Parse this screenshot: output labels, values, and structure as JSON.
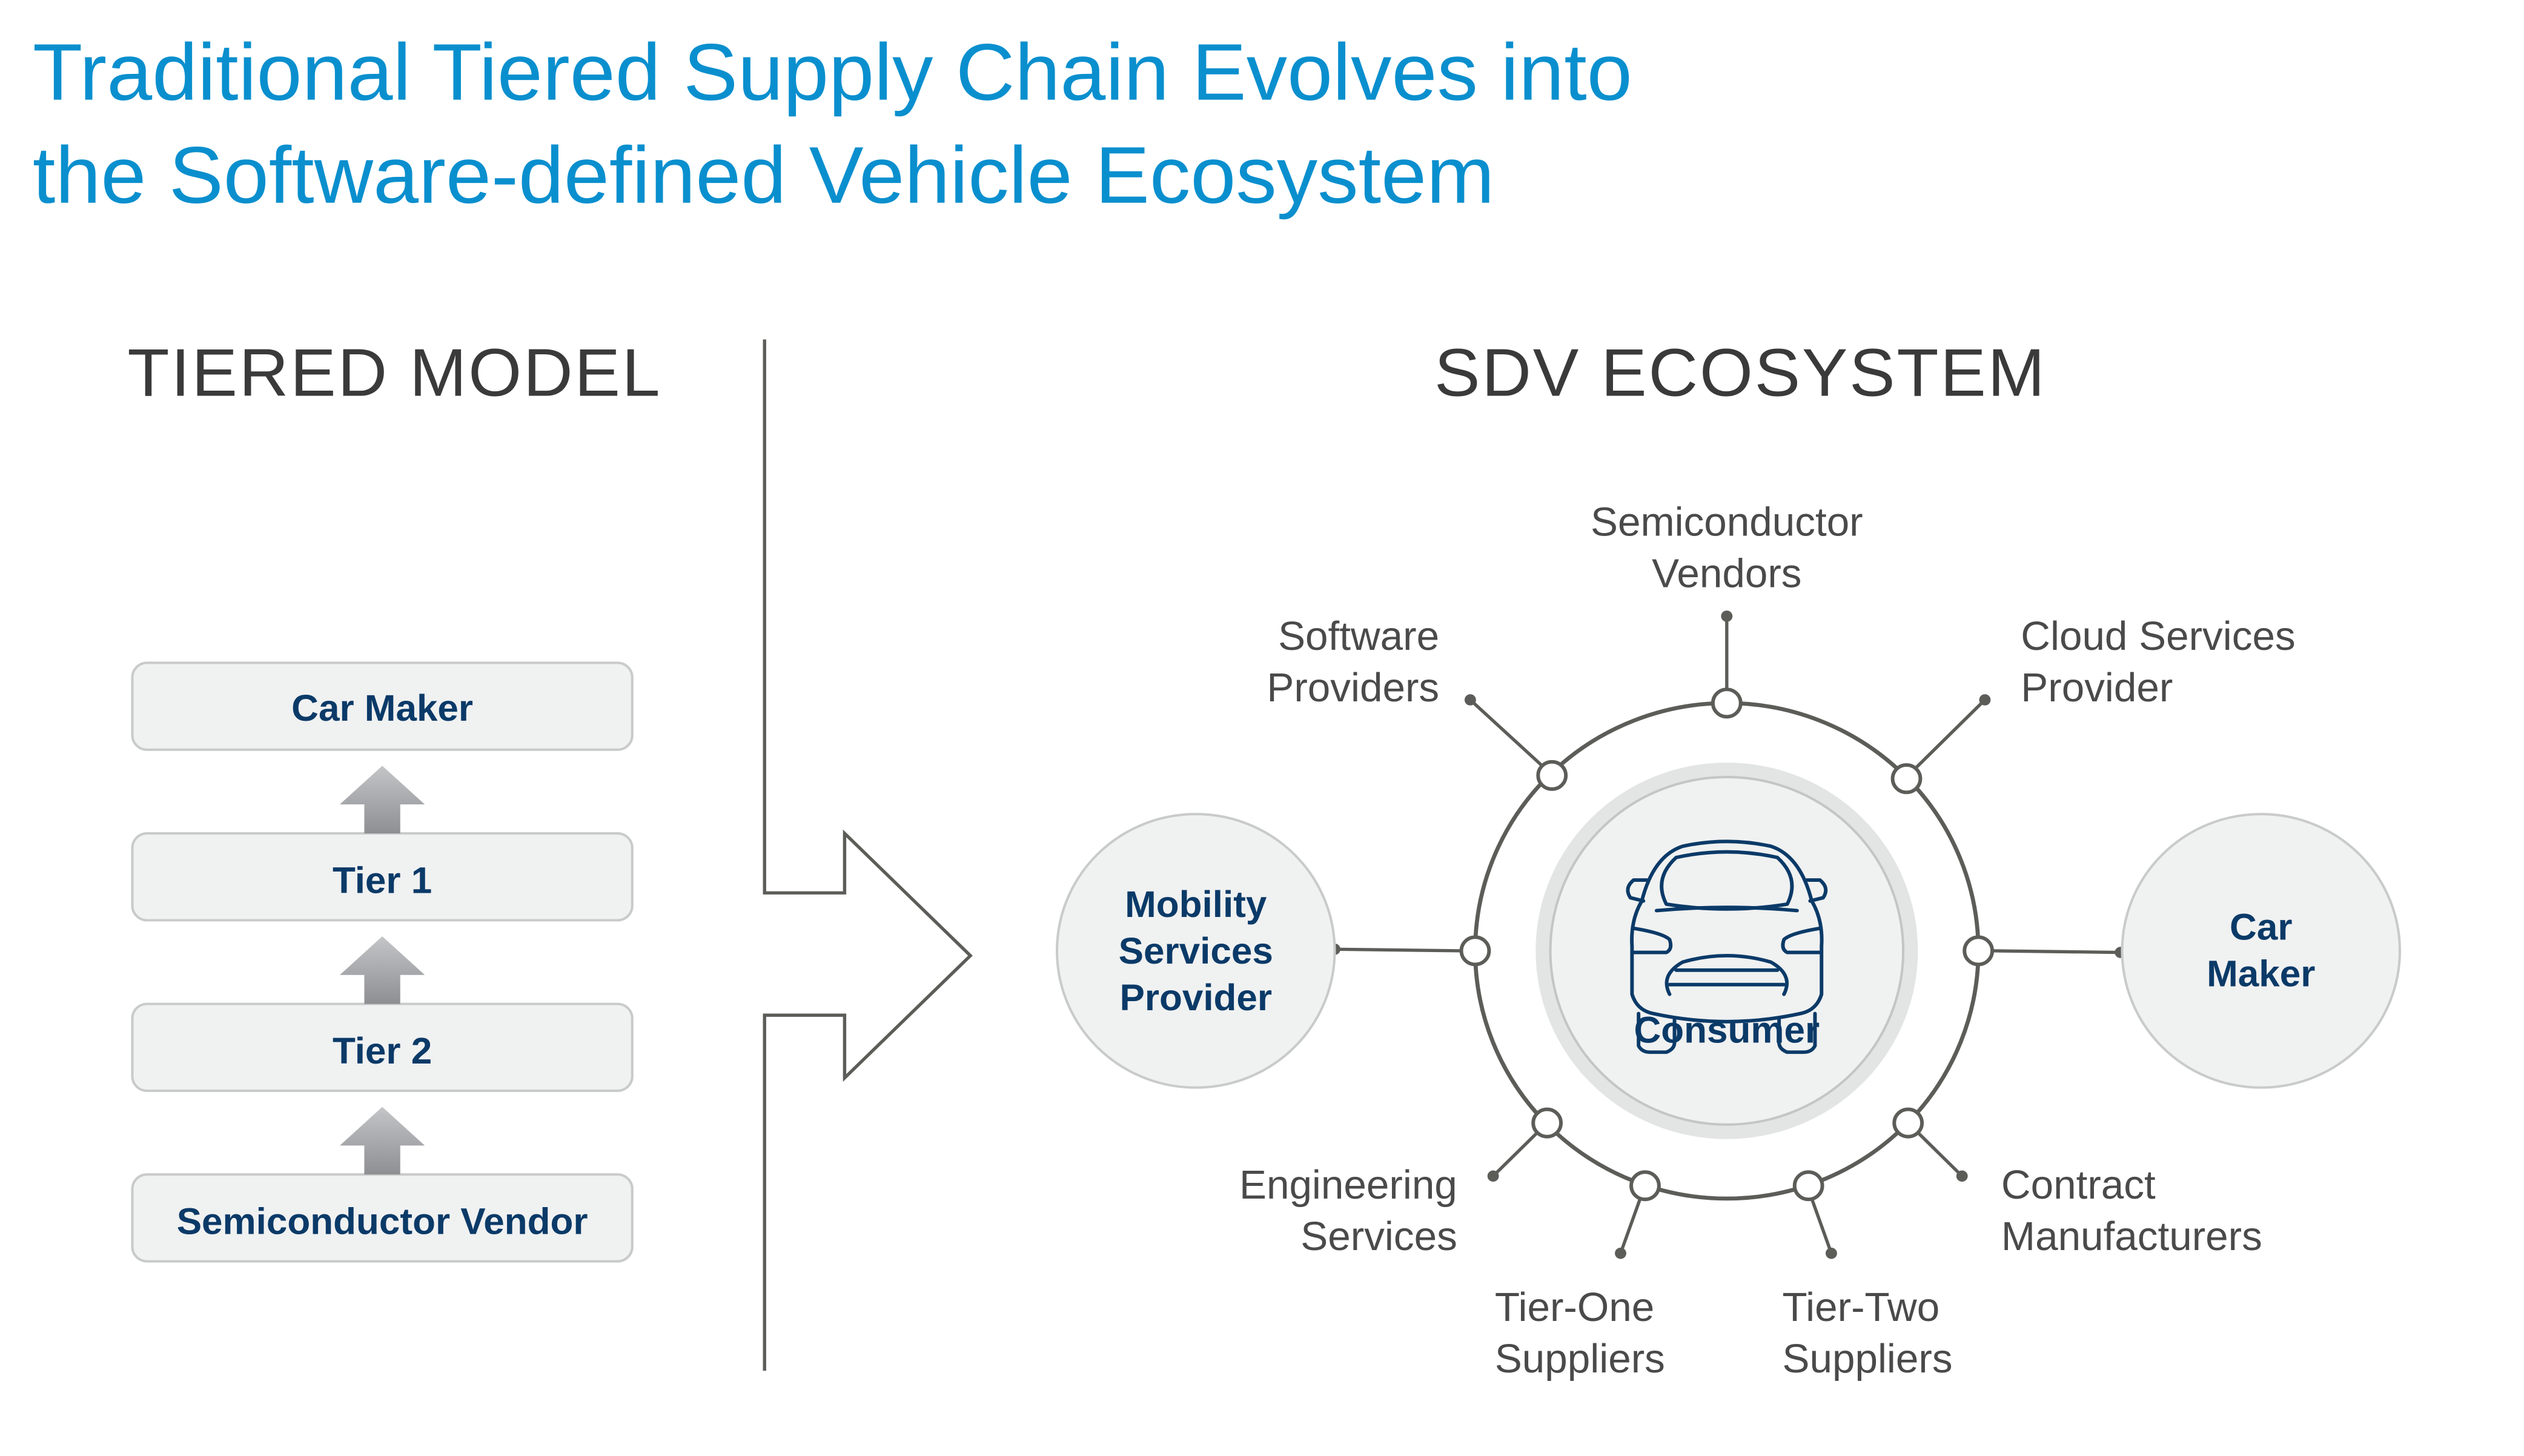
{
  "title": {
    "line1": "Traditional Tiered Supply Chain Evolves into",
    "line2": "the Software-defined Vehicle Ecosystem"
  },
  "tiered_model": {
    "heading": "TIERED MODEL",
    "boxes": [
      "Car Maker",
      "Tier 1",
      "Tier 2",
      "Semiconductor Vendor"
    ]
  },
  "sdv_ecosystem": {
    "heading": "SDV ECOSYSTEM",
    "center": "Consumer",
    "left_circle": [
      "Mobility",
      "Services",
      "Provider"
    ],
    "right_circle": [
      "Car",
      "Maker"
    ],
    "nodes": [
      {
        "lines": [
          "Semiconductor",
          "Vendors"
        ]
      },
      {
        "lines": [
          "Software",
          "Providers"
        ]
      },
      {
        "lines": [
          "Cloud Services",
          "Provider"
        ]
      },
      {
        "lines": [
          "Engineering",
          "Services"
        ]
      },
      {
        "lines": [
          "Contract",
          "Manufacturers"
        ]
      },
      {
        "lines": [
          "Tier-One",
          "Suppliers"
        ]
      },
      {
        "lines": [
          "Tier-Two",
          "Suppliers"
        ]
      }
    ]
  },
  "colors": {
    "title": "#0a8fce",
    "label_dark_blue": "#0b3a68",
    "ring": "#5c5c58",
    "box_fill": "#f0f1f1"
  }
}
